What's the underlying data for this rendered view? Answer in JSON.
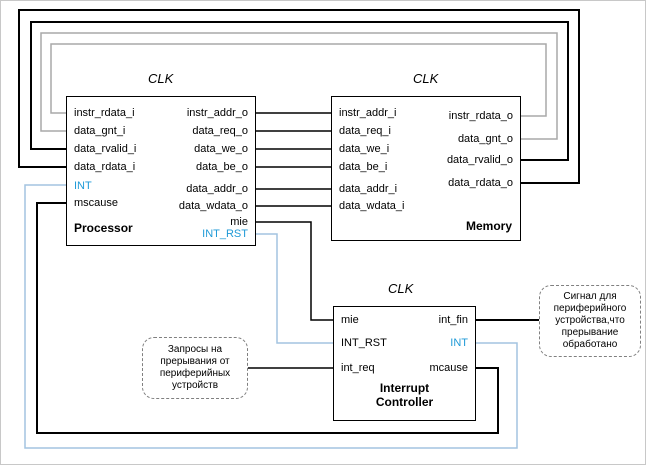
{
  "diagram": {
    "clk": "CLK",
    "processor": {
      "name": "Processor",
      "inputs": [
        "instr_rdata_i",
        "data_gnt_i",
        "data_rvalid_i",
        "data_rdata_i",
        "INT",
        "mscause"
      ],
      "outputs": [
        "instr_addr_o",
        "data_req_o",
        "data_we_o",
        "data_be_o",
        "data_addr_o",
        "data_wdata_o",
        "mie",
        "INT_RST"
      ]
    },
    "memory": {
      "name": "Memory",
      "inputs": [
        "instr_addr_i",
        "data_req_i",
        "data_we_i",
        "data_be_i",
        "data_addr_i",
        "data_wdata_i"
      ],
      "outputs": [
        "instr_rdata_o",
        "data_gnt_o",
        "data_rvalid_o",
        "data_rdata_o"
      ]
    },
    "interrupt_controller": {
      "name": "Interrupt Controller",
      "inputs": [
        "mie",
        "INT_RST",
        "int_req"
      ],
      "outputs": [
        "int_fin",
        "INT",
        "mcause"
      ]
    },
    "callout_left": "Запросы на прерывания от периферийных устройств",
    "callout_right": "Сигнал для периферийного устройства,что прерывание обработано",
    "colors": {
      "wire_black": "#000000",
      "wire_gray": "#a9a9a9",
      "wire_blue": "#a3c4e0",
      "signal_blue_text": "#1f9ad7"
    }
  }
}
